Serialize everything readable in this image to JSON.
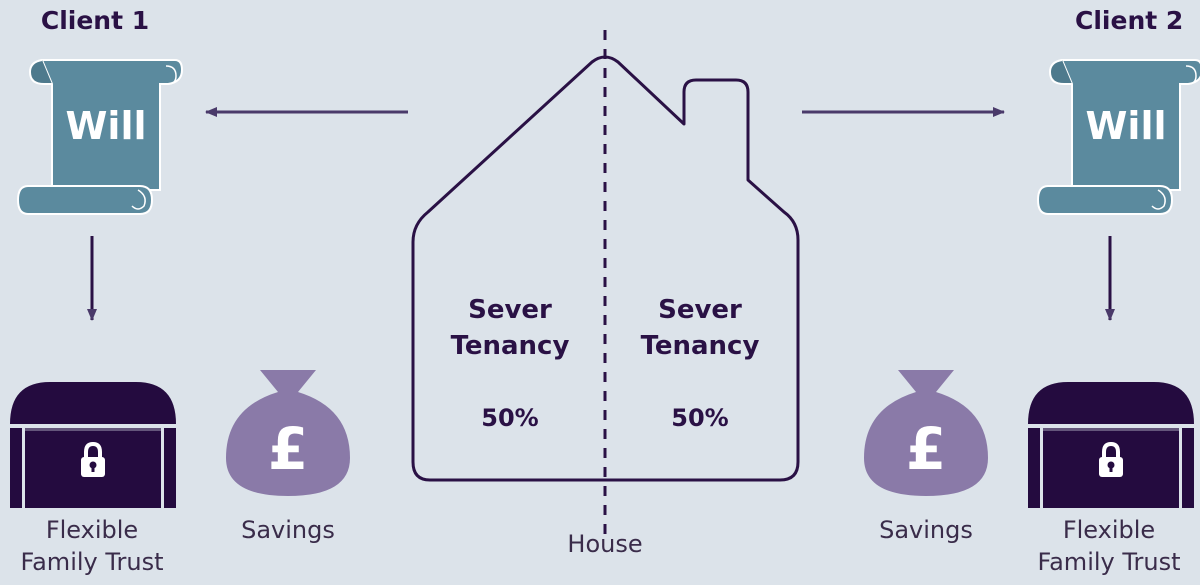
{
  "clients": [
    {
      "title": "Client 1",
      "will_label": "Will",
      "trust_caption": [
        "Flexible",
        "Family Trust"
      ],
      "savings_caption": "Savings",
      "savings_symbol": "£"
    },
    {
      "title": "Client 2",
      "will_label": "Will",
      "trust_caption": [
        "Flexible",
        "Family Trust"
      ],
      "savings_caption": "Savings",
      "savings_symbol": "£"
    }
  ],
  "house": {
    "caption": "House",
    "halves": [
      {
        "line1": "Sever",
        "line2": "Tenancy",
        "share": "50%"
      },
      {
        "line1": "Sever",
        "line2": "Tenancy",
        "share": "50%"
      }
    ]
  },
  "colors": {
    "background": "#dce3ea",
    "navy": "#2a1145",
    "scroll_teal": "#5b8a9e",
    "bag_purple": "#8a7aa8",
    "chest_dark": "#240b3f"
  },
  "icons": [
    "scroll-icon",
    "treasure-chest-icon",
    "padlock-icon",
    "money-bag-icon",
    "house-icon",
    "arrow-icon"
  ]
}
